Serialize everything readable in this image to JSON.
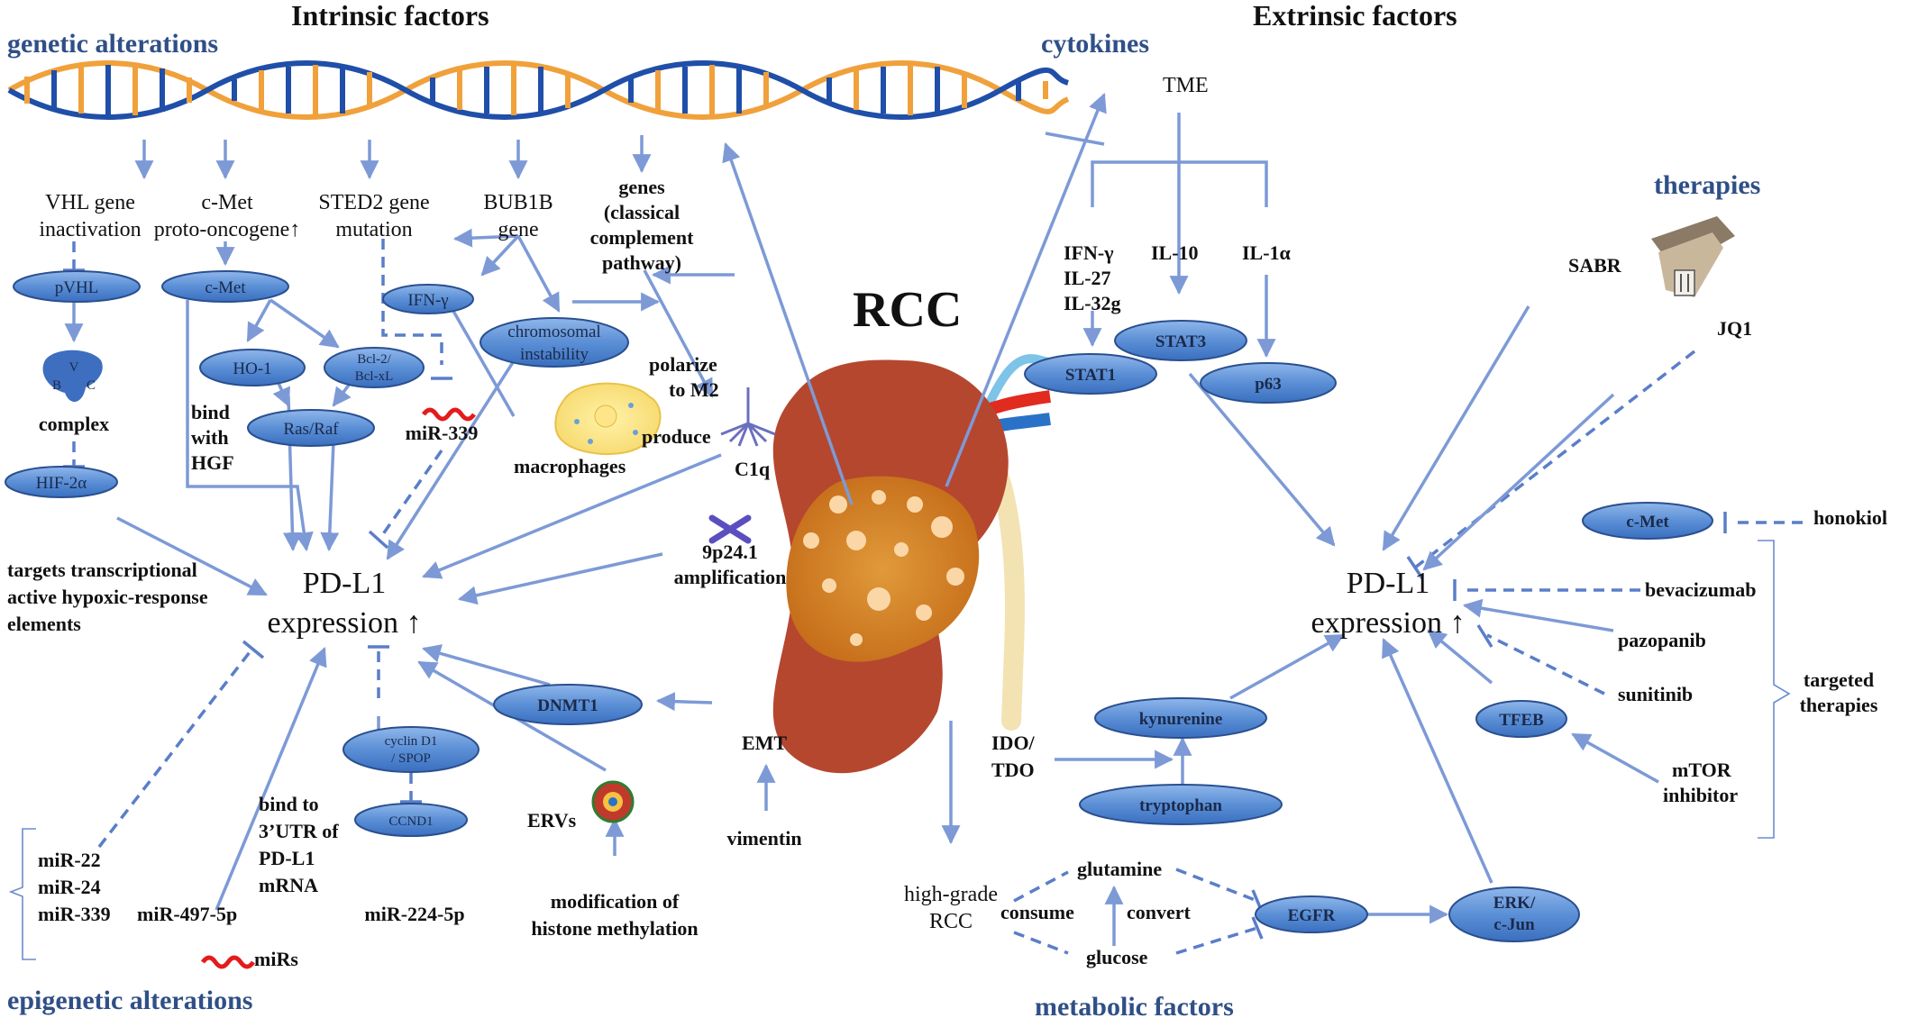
{
  "headers": {
    "intrinsic": "Intrinsic factors",
    "extrinsic": "Extrinsic factors",
    "center": "RCC"
  },
  "sections": {
    "genetic": "genetic alterations",
    "epigenetic": "epigenetic alterations",
    "cytokines": "cytokines",
    "therapies": "therapies",
    "metabolic": "metabolic factors"
  },
  "intrinsic": {
    "vhl": [
      "VHL gene",
      "inactivation"
    ],
    "cmet_gene": [
      "c-Met",
      "proto-oncogene↑"
    ],
    "sted2": [
      "STED2 gene",
      "mutation"
    ],
    "bub1b": [
      "BUB1B",
      "gene"
    ],
    "genes_classical": [
      "genes",
      "(classical",
      "complement",
      "pathway)"
    ],
    "pvhl": "pVHL",
    "cmet": "c-Met",
    "ifn": "IFN-γ",
    "chromosomal": [
      "chromosomal",
      "instability"
    ],
    "ho1": "HO-1",
    "bcl": [
      "Bcl-2/",
      "Bcl-xL"
    ],
    "rasraf": "Ras/Raf",
    "complex_letters": [
      "V",
      "B",
      "C"
    ],
    "complex": "complex",
    "hif": "HIF-2α",
    "bind_hgf": [
      "bind",
      "with",
      "HGF"
    ],
    "mir339_top": "miR-339",
    "polarize": [
      "polarize",
      "to M2"
    ],
    "produce": "produce",
    "macrophages": "macrophages",
    "c1q": "C1q",
    "amplification": [
      "9p24.1",
      "amplification"
    ],
    "targets": [
      "targets transcriptional",
      "active hypoxic-response",
      "elements"
    ],
    "pdl1_left": [
      "PD-L1",
      "expression ↑"
    ],
    "dnmt1": "DNMT1",
    "emt": "EMT",
    "vimentin": "vimentin",
    "cyclin": [
      "cyclin D1",
      "/ SPOP"
    ],
    "ccnd1": "CCND1",
    "mir224": "miR-224-5p",
    "ervs": "ERVs",
    "histone": [
      "modification of",
      "histone methylation"
    ],
    "bind3utr": [
      "bind to",
      "3’UTR of",
      "PD-L1",
      "mRNA"
    ],
    "mirs_group": [
      "miR-22",
      "miR-24",
      "miR-339"
    ],
    "mir497": "miR-497-5p",
    "mirs_legend": "miRs"
  },
  "extrinsic": {
    "tme": "TME",
    "ifn_group": [
      "IFN-γ",
      "IL-27",
      "IL-32g"
    ],
    "il10": "IL-10",
    "il1a": "IL-1α",
    "stat1": "STAT1",
    "stat3": "STAT3",
    "p63": "p63",
    "sabr": "SABR",
    "jq1": "JQ1",
    "cmet": "c-Met",
    "honokiol": "honokiol",
    "bevacizumab": "bevacizumab",
    "pazopanib": "pazopanib",
    "sunitinib": "sunitinib",
    "tfeb": "TFEB",
    "mtor": [
      "mTOR",
      "inhibitor"
    ],
    "targeted": [
      "targeted",
      "therapies"
    ],
    "pdl1_right": [
      "PD-L1",
      "expression ↑"
    ],
    "kynurenine": "kynurenine",
    "ido": [
      "IDO/",
      "TDO"
    ],
    "tryptophan": "tryptophan",
    "highgrade": [
      "high-grade",
      "RCC"
    ],
    "glutamine": "glutamine",
    "consume": "consume",
    "convert": "convert",
    "glucose": "glucose",
    "egfr": "EGFR",
    "erk": [
      "ERK/",
      "c-Jun"
    ]
  },
  "colors": {
    "oval_fill": "#5b8fd6",
    "oval_stroke": "#2a4f8f",
    "arrow": "#7d9ad6",
    "section_text": "#2f4f87",
    "dna_orange": "#f0a13b",
    "dna_blue": "#1f4fa8",
    "kidney": "#b5472f",
    "tumor": "#d07a20",
    "mirna_red": "#e31b1b"
  }
}
